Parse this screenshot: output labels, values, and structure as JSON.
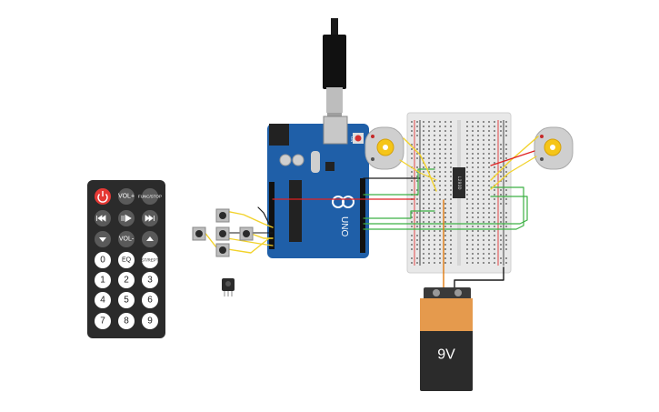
{
  "remote": {
    "row1": [
      "VOL+",
      "FUNC/STOP"
    ],
    "row2_icons": [
      "rewind-icon",
      "play-pause-icon",
      "fast-forward-icon"
    ],
    "row3": [
      "VOL-"
    ],
    "row4": [
      "0",
      "EQ",
      "ST/REPT"
    ],
    "digits": [
      "1",
      "2",
      "3",
      "4",
      "5",
      "6",
      "7",
      "8",
      "9"
    ],
    "power_color": "#e53935"
  },
  "arduino": {
    "model": "UNO",
    "on_label": "ON",
    "color": "#1f5fa8"
  },
  "driver_chip": {
    "label": "L293D"
  },
  "battery": {
    "label": "9V",
    "body_color": "#2b2b2b",
    "cap_color": "#e59a4d"
  },
  "wire_colors": {
    "red": "#e02020",
    "black": "#1a1a1a",
    "yellow": "#f2d22a",
    "green": "#3cb043",
    "orange": "#e07a10"
  }
}
